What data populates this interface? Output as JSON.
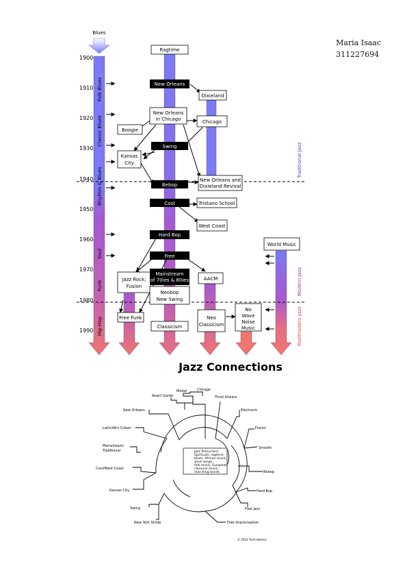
{
  "author": {
    "name": "Maria Isaac",
    "id": "311227694"
  },
  "timeline": {
    "top_label": "Blues",
    "years": [
      "1900",
      "1910",
      "1920",
      "1930",
      "1940",
      "1950",
      "1960",
      "1970",
      "1980",
      "1990"
    ],
    "blues_column": [
      "Folk Blues",
      "Classic Blues",
      "Rhythm & Blues",
      "Soul",
      "Funk",
      "Hip-Hop"
    ],
    "eras": [
      "Traditional Jazz",
      "Modern Jazz",
      "Postmodern Jazz"
    ],
    "boxes": {
      "ragtime": "Ragtime",
      "dixieland": "Dixieland",
      "new_orleans_chicago": [
        "New Orleans",
        "in Chicago"
      ],
      "chicago": "Chicago",
      "boogie": "Boogie",
      "kansas_city": [
        "Kansas",
        "City"
      ],
      "revival": [
        "New Orleans and",
        "Dixieland Revival"
      ],
      "tristano": "Tristano School",
      "west_coast": "West Coast",
      "world_music": "World Music",
      "jazz_rock": [
        "Jazz Rock;",
        "Fusion"
      ],
      "aacm": "AACM",
      "neobop": [
        "Neobop",
        "New Swing"
      ],
      "free_funk": "Free Funk",
      "classicism": "Classicism",
      "neo_classicism": [
        "Neo",
        "Classicism"
      ],
      "no_wave": [
        "No",
        "Wave",
        "Noise",
        "Music"
      ]
    },
    "black_labels": {
      "new_orleans": "New Orleans",
      "swing": "Swing",
      "bebop": "Bebop",
      "cool": "Cool",
      "hard_bop": "Hard Bop",
      "free": "Free",
      "mainstream": [
        "Mainstream",
        "of 70ies & 80ies"
      ]
    },
    "title": "Jazz Connections"
  },
  "tree": {
    "center_text": [
      "Jazz Precursors:",
      "Spirituals, ragtime,",
      "blues, African music,",
      "work songs,",
      "folk music, European",
      "classical music,",
      "marching bands"
    ],
    "leaves": {
      "avant_garde": "Avant Garde",
      "modal": "Modal",
      "chicago": "Chicago",
      "third_stream": "Third Stream",
      "new_orleans": "New Orleans",
      "electronic": "Electronic",
      "latin": "Latin/Afro Cuban",
      "fusion": "Fusion",
      "mainstream": [
        "Mainstream/",
        "Traditional"
      ],
      "smooth": "Smooth",
      "cool": "Cool/West Coast",
      "bebop": "Bebop",
      "kansas": "Kansas City",
      "hardbop": "Hard Bop",
      "swing": "Swing",
      "freejazz": "Free Jazz",
      "stride": "New York Stride",
      "improv": "Free Improvisation"
    },
    "credit": "© 2010 Trent Holmes"
  },
  "colors": {
    "blue": "#7b7bf5",
    "purple": "#a658d2",
    "salmon": "#f07470"
  }
}
